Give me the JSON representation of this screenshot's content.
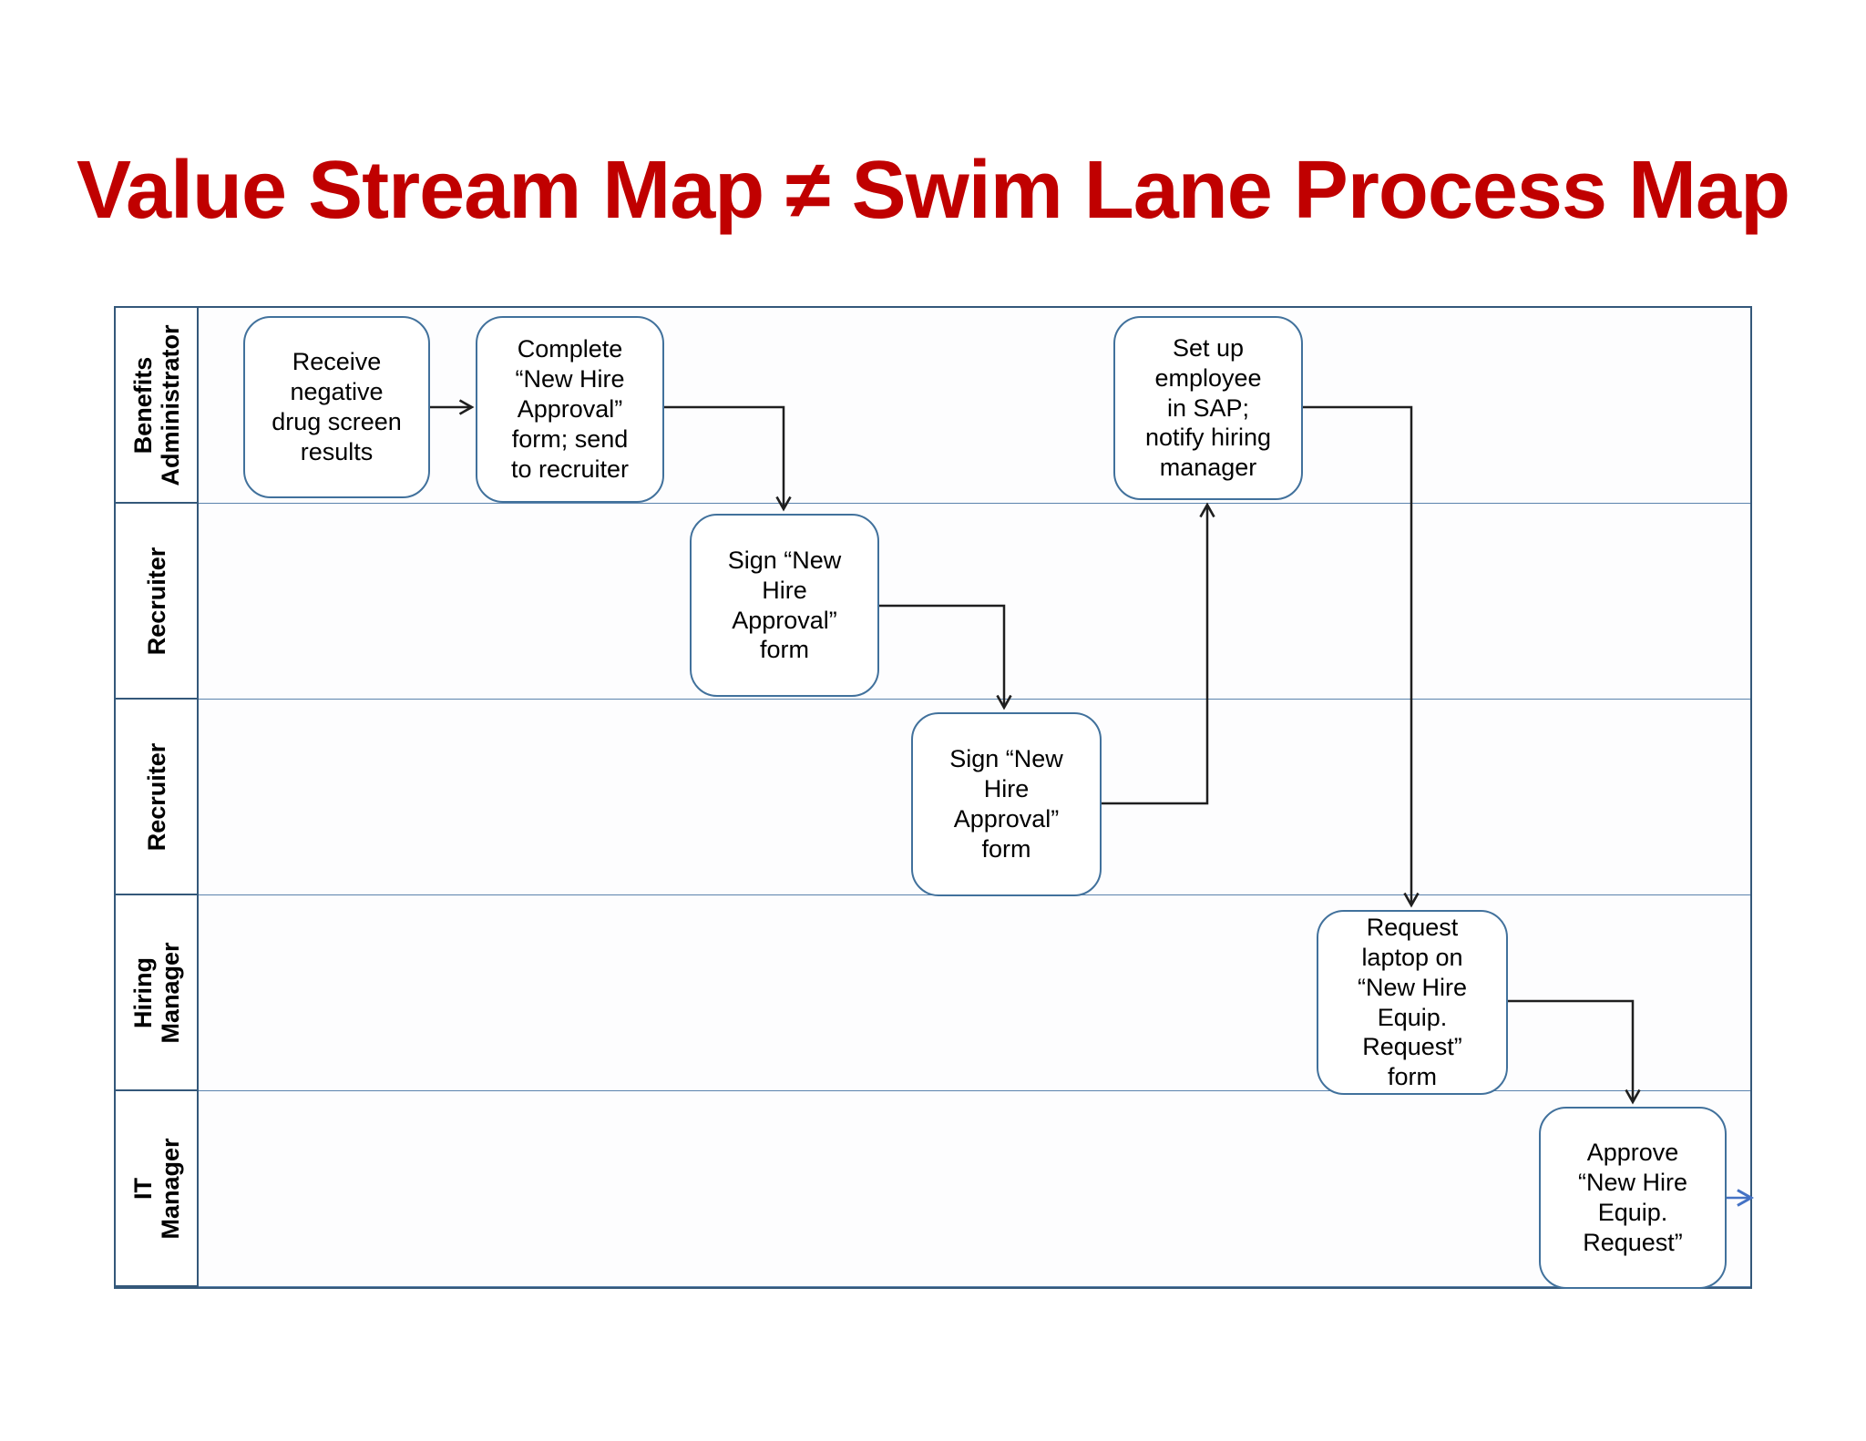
{
  "title": {
    "text": "Value Stream Map ≠ Swim Lane Process Map"
  },
  "colors": {
    "background": "#ffffff",
    "title_color": "#c00000",
    "box_border": "#41719c",
    "outer_border": "#34587a",
    "lane_border": "#5b83ad",
    "arrow": "#1f1f1f",
    "exit_arrow": "#4472c4"
  },
  "lanes": [
    {
      "label": "Benefits\nAdministrator"
    },
    {
      "label": "Recruiter"
    },
    {
      "label": "Recruiter"
    },
    {
      "label": "Hiring\nManager"
    },
    {
      "label": "IT\nManager"
    }
  ],
  "boxes": [
    {
      "text": "Receive\nnegative\ndrug screen\nresults"
    },
    {
      "text": "Complete\n“New Hire\nApproval”\nform; send\nto recruiter"
    },
    {
      "text": "Set up\nemployee\nin SAP;\nnotify hiring\nmanager"
    },
    {
      "text": "Sign “New\nHire\nApproval”\nform"
    },
    {
      "text": "Sign “New\nHire\nApproval”\nform"
    },
    {
      "text": "Request\nlaptop on\n“New Hire\nEquip.\nRequest”\nform"
    },
    {
      "text": "Approve\n“New Hire\nEquip.\nRequest”"
    }
  ]
}
